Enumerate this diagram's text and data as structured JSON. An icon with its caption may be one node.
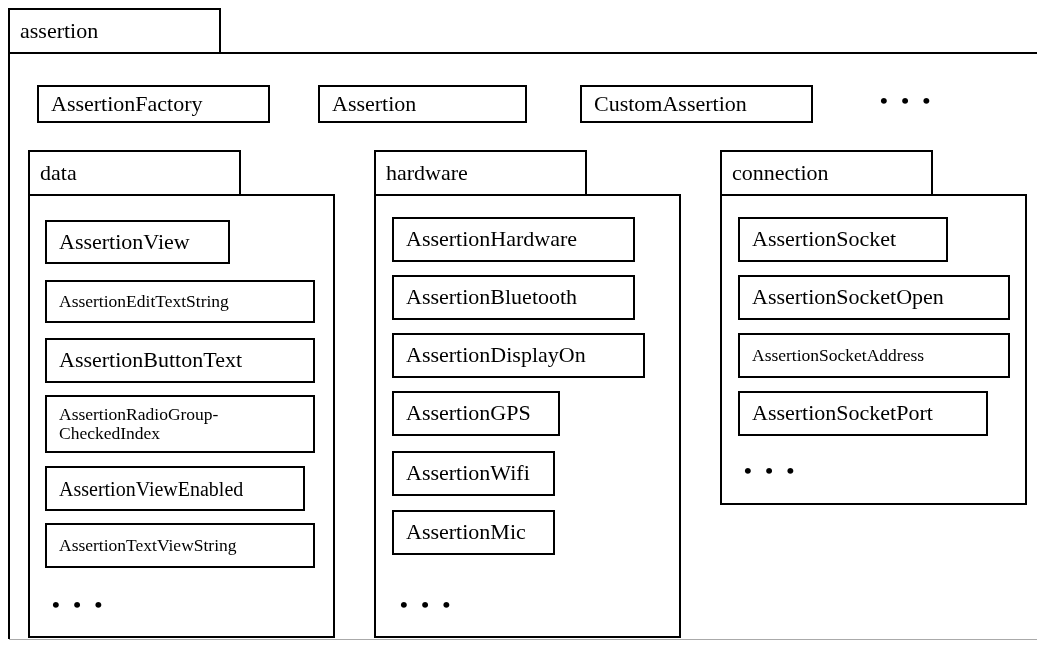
{
  "diagram": {
    "nodes": [
      {
        "text": [
          "assertion"
        ]
      },
      {
        "text": [
          "AssertionFactory"
        ],
        "in": 0
      },
      {
        "text": [
          "Assertion"
        ],
        "in": 0
      },
      {
        "text": [
          "CustomAssertion"
        ],
        "in": 0
      },
      {
        "text": [
          "data"
        ],
        "in": 0
      },
      {
        "text": [
          "AssertionView"
        ],
        "in": 4
      },
      {
        "text": [
          "AssertionEditTextString"
        ],
        "in": 4
      },
      {
        "text": [
          "AssertionButtonText"
        ],
        "in": 4
      },
      {
        "text": [
          "AssertionRadioGroup- CheckedIndex"
        ],
        "in": 4
      },
      {
        "text": [
          "AssertionViewEnabled"
        ],
        "in": 4
      },
      {
        "text": [
          "AssertionTextViewString"
        ],
        "in": 4
      },
      {
        "text": [
          "hardware"
        ],
        "in": 0
      },
      {
        "text": [
          "AssertionHardware"
        ],
        "in": 11
      },
      {
        "text": [
          "AssertionBluetooth"
        ],
        "in": 11
      },
      {
        "text": [
          "AssertionDisplayOn"
        ],
        "in": 11
      },
      {
        "text": [
          "AssertionGPS"
        ],
        "in": 11
      },
      {
        "text": [
          "AssertionWifi"
        ],
        "in": 11
      },
      {
        "text": [
          "AssertionMic"
        ],
        "in": 11
      },
      {
        "text": [
          "connection"
        ],
        "in": 0
      },
      {
        "text": [
          "AssertionSocket"
        ],
        "in": 18
      },
      {
        "text": [
          "AssertionSocketOpen"
        ],
        "in": 18
      },
      {
        "text": [
          "AssertionSocketAddress"
        ],
        "in": 18
      },
      {
        "text": [
          "AssertionSocketPort"
        ],
        "in": 18
      }
    ],
    "labels": [
      "• • •",
      "• • •",
      "• • •",
      "• • •"
    ]
  }
}
